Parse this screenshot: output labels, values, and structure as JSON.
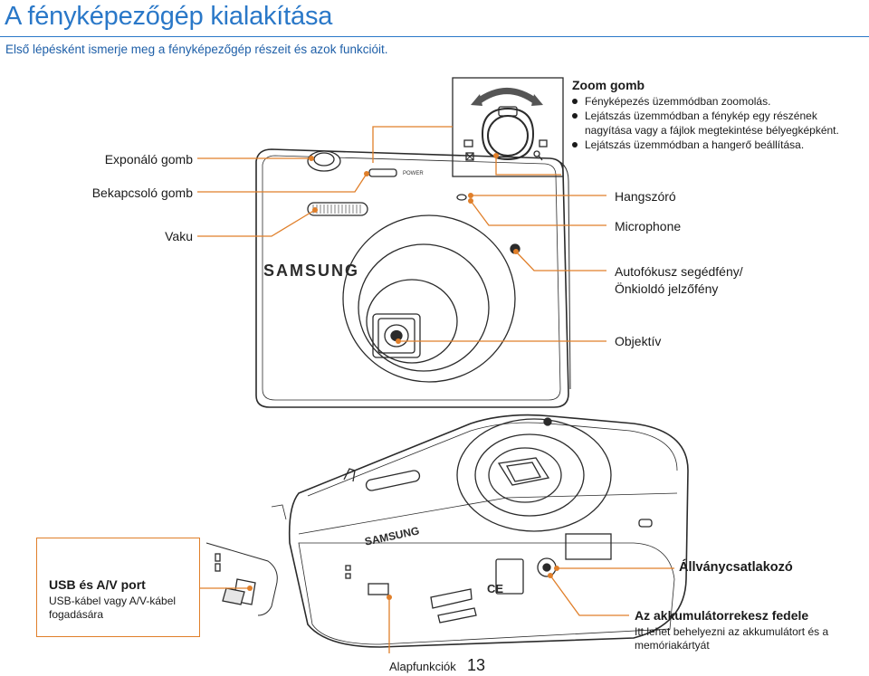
{
  "header": {
    "title": "A fényképezőgép kialakítása",
    "subtitle": "Első lépésként ismerje meg a fényképezőgép részeit és azok funkcióit."
  },
  "labels": {
    "shutter": "Exponáló gomb",
    "power": "Bekapcsoló gomb",
    "flash": "Vaku",
    "zoom_title": "Zoom gomb",
    "zoom_bullets": [
      "Fényképezés üzemmódban zoomolás.",
      "Lejátszás üzemmódban a fénykép egy részének",
      "nagyítása vagy a fájlok megtekintése bélyegképként.",
      "Lejátszás üzemmódban a hangerő beállítása."
    ],
    "speaker": "Hangszóró",
    "microphone": "Microphone",
    "af_line1": "Autofókusz segédfény/",
    "af_line2": "Önkioldó jelzőfény",
    "lens": "Objektív",
    "usb_title": "USB és A/V port",
    "usb_text": "USB-kábel vagy A/V-kábel fogadására",
    "tripod": "Állványcsatlakozó",
    "battery_title": "Az akkumulátorrekesz fedele",
    "battery_line1": "Itt lehet behelyezni az akkumulátort és a",
    "battery_line2": "memóriakártyát"
  },
  "camera": {
    "brand": "SAMSUNG",
    "power_text": "POWER"
  },
  "footer": {
    "section": "Alapfunkciók",
    "page": "13"
  },
  "colors": {
    "accent": "#2a78c8",
    "callout": "#e07f2a"
  }
}
